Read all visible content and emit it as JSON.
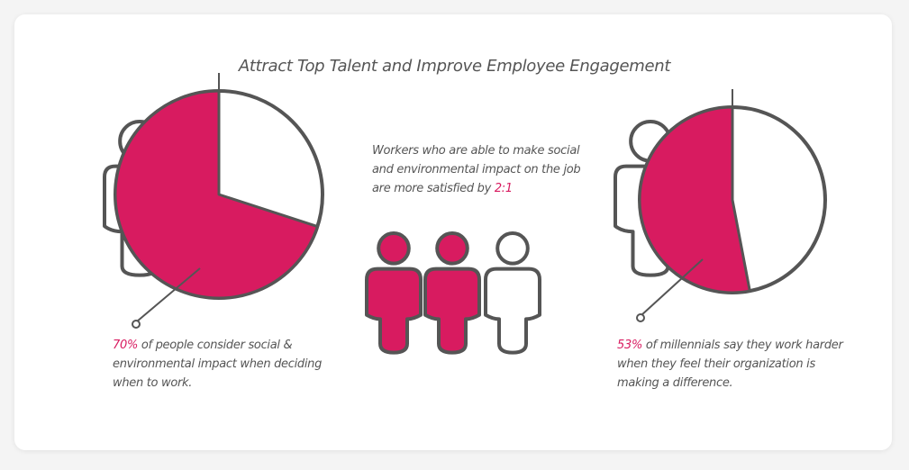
{
  "title": "Attract Top Talent and  Improve Employee Engagement",
  "colors": {
    "accent": "#d81b60",
    "stroke": "#555555",
    "text": "#555555"
  },
  "left_stat": {
    "value_label": "70%",
    "fraction": 0.7,
    "line1_rest": " of people consider social &",
    "line2": "environmental impact when deciding",
    "line3": "when to work."
  },
  "center_stat": {
    "line1": "Workers who are able to make social",
    "line2": "and environmental impact on the job",
    "line3_prefix": "are more satisfied by ",
    "ratio": "2:1",
    "filled_people": 2,
    "total_people": 3
  },
  "right_stat": {
    "value_label": "53%",
    "fraction": 0.53,
    "line1_rest": " of millennials say they work harder",
    "line2": "when they feel their organization is",
    "line3": "making  a difference."
  }
}
